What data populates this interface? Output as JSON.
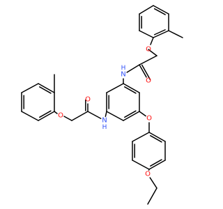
{
  "colors": {
    "bond": "#000000",
    "O": "#FF0D0D",
    "N": "#3050F8",
    "background": "#ffffff"
  },
  "atoms": {
    "o_top_ether": "O",
    "o_top_carbonyl": "O",
    "n_top": "N",
    "h_top": "H",
    "o_left_ether": "O",
    "o_left_carbonyl": "O",
    "n_left": "N",
    "h_left": "H",
    "o_aryl_ether": "O",
    "o_ethoxy": "O"
  }
}
